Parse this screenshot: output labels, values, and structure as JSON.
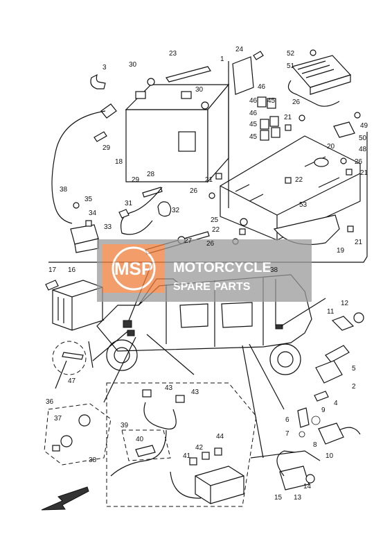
{
  "diagram": {
    "part_labels": [
      "1",
      "2",
      "3",
      "4",
      "5",
      "6",
      "7",
      "8",
      "9",
      "10",
      "11",
      "12",
      "13",
      "14",
      "15",
      "16",
      "17",
      "18",
      "19",
      "20",
      "21",
      "22",
      "23",
      "24",
      "25",
      "26",
      "27",
      "28",
      "29",
      "30",
      "31",
      "32",
      "33",
      "34",
      "35",
      "36",
      "37",
      "38",
      "39",
      "40",
      "41",
      "42",
      "43",
      "44",
      "45",
      "46",
      "47",
      "48",
      "49",
      "50",
      "51",
      "52",
      "53"
    ],
    "watermark": {
      "logo_text": "MSP",
      "line1": "MOTORCYCLE",
      "line2": "SPARE PARTS"
    },
    "colors": {
      "line": "#111111",
      "watermark_orange": "#f07d3a",
      "watermark_gray": "#9a9a9a"
    }
  }
}
